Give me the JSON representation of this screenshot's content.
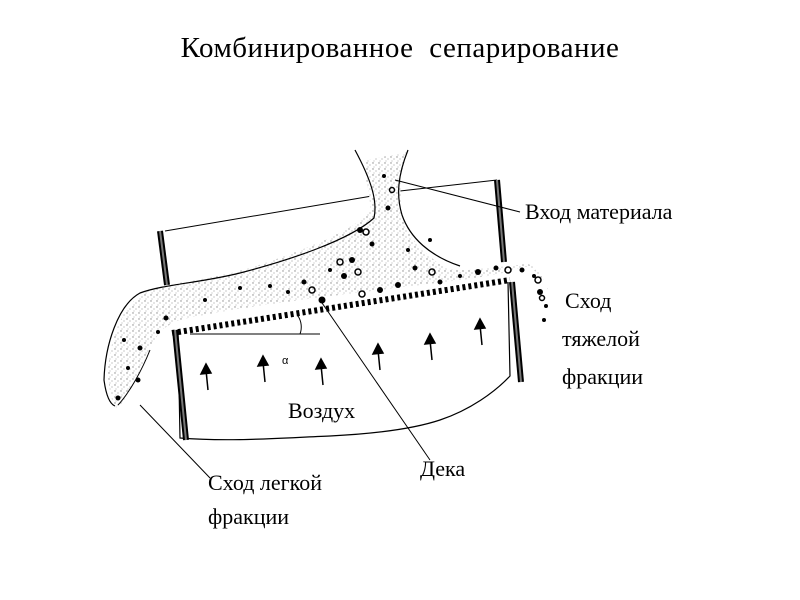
{
  "title": "Комбинированное  сепарирование",
  "labels": {
    "input": "Вход материала",
    "heavy_line1": "Сход",
    "heavy_line2": "тяжелой",
    "heavy_line3": "фракции",
    "air": "Воздух",
    "deck": "Дека",
    "light_line1": "Сход легкой",
    "light_line2": "фракции",
    "angle": "α"
  }
}
